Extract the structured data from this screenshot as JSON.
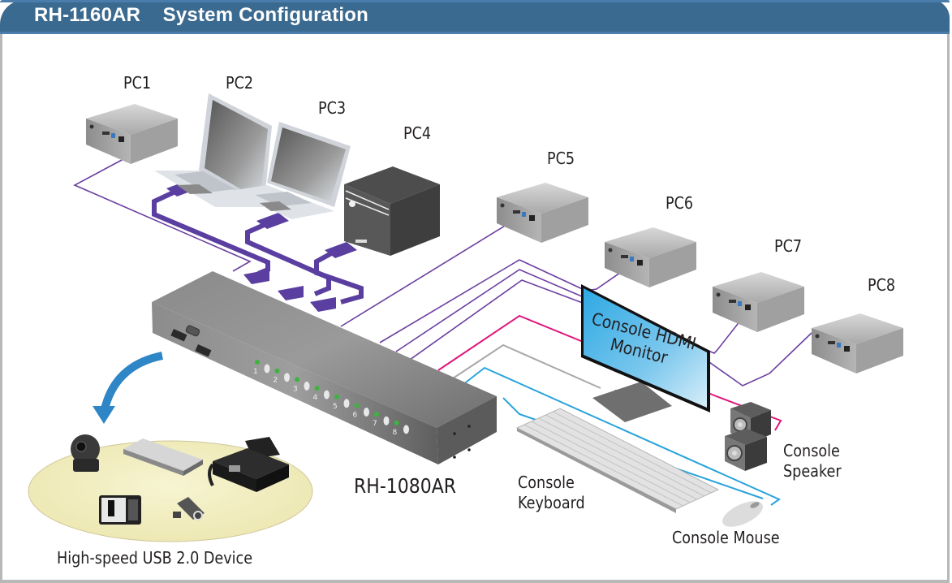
{
  "header": {
    "title": "RH-1160AR    System Configuration"
  },
  "colors": {
    "header_bg": "#3b6a90",
    "cable_pc": "#6b3fa0",
    "cable_usb": "#5a3fa0",
    "cable_audio": "#e0157a",
    "cable_keyboard": "#a8a8a8",
    "cable_mouse": "#29a3dc",
    "usb_arrow": "#2f86c6",
    "led_green": "#3fb23f",
    "usb_platform": "#f2efc4"
  },
  "computers": [
    {
      "id": "pc1",
      "label": "PC1",
      "type": "mini-pc"
    },
    {
      "id": "pc2",
      "label": "PC2",
      "type": "laptop"
    },
    {
      "id": "pc3",
      "label": "PC3",
      "type": "laptop"
    },
    {
      "id": "pc4",
      "label": "PC4",
      "type": "tower"
    },
    {
      "id": "pc5",
      "label": "PC5",
      "type": "mini-pc"
    },
    {
      "id": "pc6",
      "label": "PC6",
      "type": "mini-pc"
    },
    {
      "id": "pc7",
      "label": "PC7",
      "type": "mini-pc"
    },
    {
      "id": "pc8",
      "label": "PC8",
      "type": "mini-pc"
    }
  ],
  "switch": {
    "model": "RH-1080AR",
    "port_numbers": [
      "1",
      "2",
      "3",
      "4",
      "5",
      "6",
      "7",
      "8"
    ]
  },
  "console": {
    "monitor": "Console HDMI\nMonitor",
    "keyboard": "Console\nKeyboard",
    "mouse": "Console Mouse",
    "speaker": "Console\nSpeaker"
  },
  "usb_devices": {
    "label": "High-speed USB 2.0 Device",
    "items": [
      "webcam",
      "external-drive",
      "fax-machine",
      "digital-camera",
      "usb-flash-drive"
    ]
  }
}
